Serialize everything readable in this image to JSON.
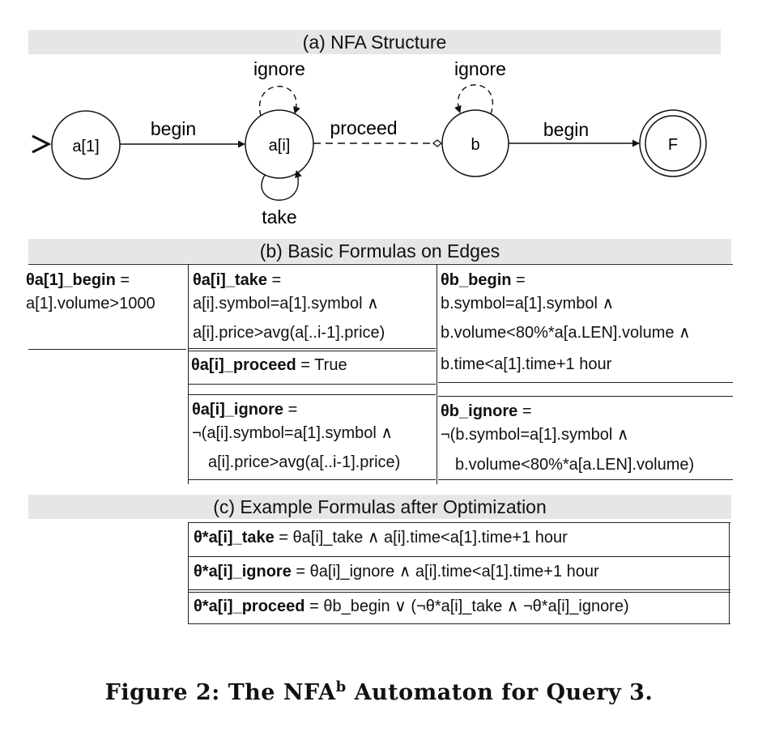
{
  "sections": {
    "a_title": "(a) NFA Structure",
    "b_title": "(b) Basic Formulas on Edges",
    "c_title": "(c) Example Formulas after Optimization"
  },
  "nfa": {
    "states": {
      "a1": "a[1]",
      "ai": "a[i]",
      "b": "b",
      "f": "F"
    },
    "edges": {
      "begin1": "begin",
      "proceed": "proceed",
      "begin2": "begin",
      "ignore_ai": "ignore",
      "take_ai": "take",
      "ignore_b": "ignore"
    }
  },
  "basic": {
    "a1_begin": {
      "name": "θa[1]_begin",
      "eq": " =",
      "l1": "a[1].volume>1000"
    },
    "ai_take": {
      "name": "θa[i]_take",
      "eq": " =",
      "l1": "a[i].symbol=a[1].symbol ∧",
      "l2": "a[i].price>avg(a[..i-1].price)"
    },
    "ai_proceed": {
      "name": "θa[i]_proceed",
      "eq": " = True"
    },
    "b_begin": {
      "name": "θb_begin",
      "eq": " =",
      "l1": "b.symbol=a[1].symbol ∧",
      "l2": "b.volume<80%*a[a.LEN].volume ∧",
      "l3": "b.time<a[1].time+1 hour"
    },
    "ai_ignore": {
      "name": "θa[i]_ignore",
      "eq": " =",
      "l1": "¬(a[i].symbol=a[1].symbol ∧",
      "l2": "a[i].price>avg(a[..i-1].price)"
    },
    "b_ignore": {
      "name": "θb_ignore",
      "eq": " =",
      "l1": "¬(b.symbol=a[1].symbol ∧",
      "l2": "b.volume<80%*a[a.LEN].volume)"
    }
  },
  "optimized": {
    "take": {
      "name": "θ*a[i]_take",
      "rest": " = θa[i]_take ∧ a[i].time<a[1].time+1 hour"
    },
    "ignore": {
      "name": "θ*a[i]_ignore",
      "rest": " = θa[i]_ignore ∧ a[i].time<a[1].time+1 hour"
    },
    "proceed": {
      "name": "θ*a[i]_proceed",
      "rest": " = θb_begin ∨ (¬θ*a[i]_take ∧ ¬θ*a[i]_ignore)"
    }
  },
  "caption": {
    "prefix": "Figure 2:  The NFA",
    "sup": "b",
    "suffix": " Automaton for Query 3."
  }
}
